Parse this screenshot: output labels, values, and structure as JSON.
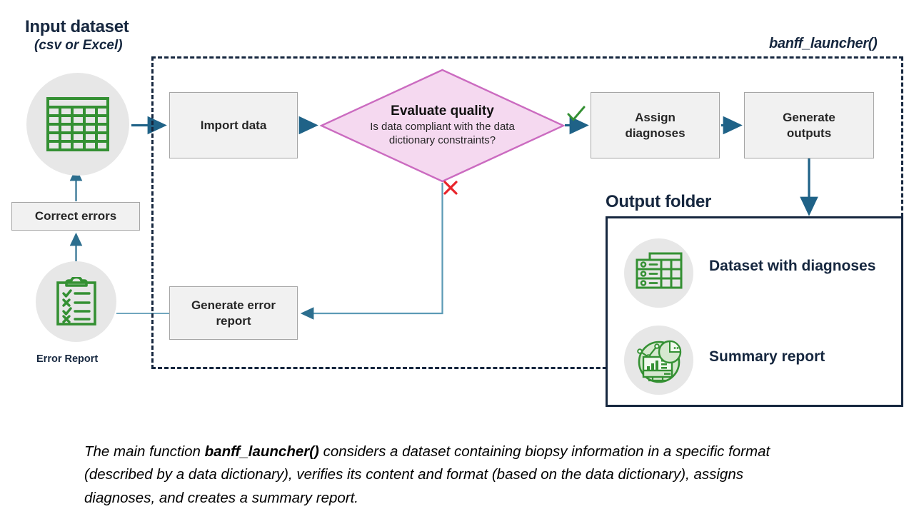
{
  "diagram": {
    "title_left": "Input dataset",
    "title_left_sub": "(csv or Excel)",
    "title_right": "Output folder",
    "launcher_label": "banff_launcher()",
    "error_report_caption": "Error Report"
  },
  "nodes": {
    "import_data": "Import data",
    "assign_diagnoses": "Assign\ndiagnoses",
    "generate_outputs": "Generate\noutputs",
    "correct_errors": "Correct errors",
    "generate_error_report": "Generate error\nreport"
  },
  "decision": {
    "title": "Evaluate quality",
    "question": "Is data compliant with the data dictionary constraints?",
    "yes_marker": "check",
    "no_marker": "cross"
  },
  "outputs": [
    {
      "label": "Dataset with diagnoses",
      "icon": "dataset-table-icon"
    },
    {
      "label": "Summary report",
      "icon": "summary-chart-icon"
    }
  ],
  "icons": {
    "input_dataset": "table-grid-icon",
    "error_report": "clipboard-checklist-icon"
  },
  "caption": {
    "prefix": "The main function ",
    "bold": "banff_launcher()",
    "suffix": " considers a dataset containing biopsy information in a specific format (described by a data dictionary), verifies its content and format (based on the data dictionary), assigns diagnoses, and creates a summary report."
  },
  "colors": {
    "navy": "#16273f",
    "arrow_blue": "#1f6287",
    "soft_blue": "#5b9ab5",
    "green": "#349033",
    "red": "#e8242b",
    "diamond_fill": "#f5d9f0",
    "diamond_stroke": "#cb6bc0",
    "box_fill": "#f1f1f1",
    "box_stroke": "#a6a6a6",
    "circle_fill": "#e7e7e7"
  }
}
